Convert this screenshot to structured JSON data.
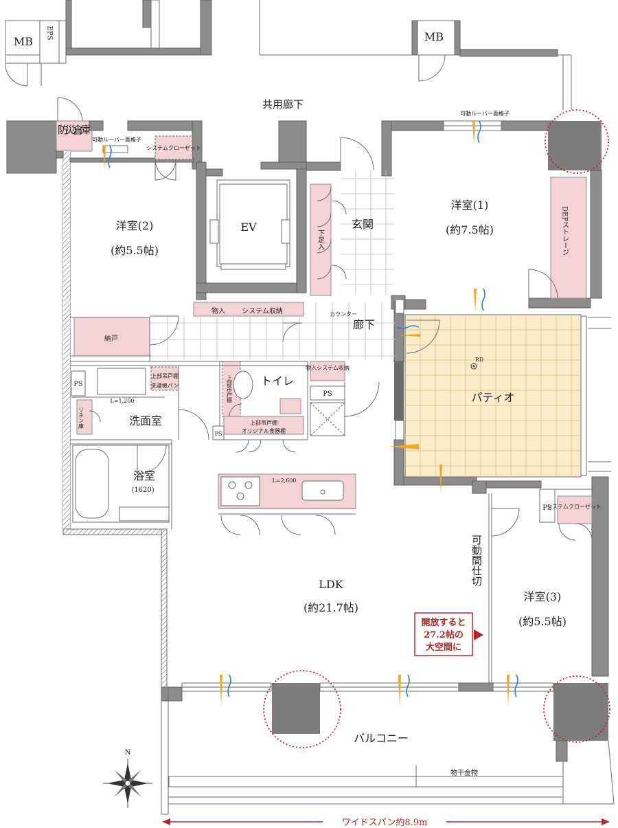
{
  "rooms": {
    "mb_left": "MB",
    "eps": "EPS",
    "mb_right": "MB",
    "common_corridor": "共用廊下",
    "disaster_storage": "防災倉庫",
    "louver_left": "可動ルーバー面格子",
    "louver_right": "可動ルーバー面格子",
    "sys_closet_left": "システムクローゼット",
    "western2_name": "洋室(2)",
    "western2_size": "(約5.5帖)",
    "ev": "EV",
    "entrance": "玄関",
    "shoe_box": "下足入",
    "western1_name": "洋室(1)",
    "western1_size": "(約7.5帖)",
    "dep_storage": "DEPストレージ",
    "storage": "納戸",
    "monoire": "物入",
    "system_storage": "システム収納",
    "counter": "カウンター",
    "hallway": "廊下",
    "rd": "RD",
    "patio": "パティオ",
    "ps1": "PS",
    "upper_cabinet_wash": "上部吊戸棚",
    "washer_pan": "洗濯機パン",
    "toilet_upper_cabinet": "上部吊戸棚",
    "toilet": "トイレ",
    "monoire_system": "物入システム収納",
    "ps2": "PS",
    "l1200": "L=1,200",
    "linen": "リネン庫",
    "washroom": "洗面室",
    "ps3": "PS",
    "kitchen_upper": "上部吊戸棚",
    "original_cupboard": "オリジナル食器棚",
    "bath_name": "浴室",
    "bath_size": "(1620)",
    "l2600": "L=2,600",
    "ps4": "PS",
    "sys_closet_right": "システムクローゼット",
    "movable_partition": "可動間仕切",
    "ldk_name": "LDK",
    "ldk_size": "(約21.7帖)",
    "western3_name": "洋室(3)",
    "western3_size": "(約5.5帖)",
    "balcony": "バルコニー",
    "clothes_hanger": "物干金物",
    "north": "N",
    "wide_span": "ワイドスパン約8.9m"
  },
  "callout": {
    "line1": "開放すると",
    "line2": "27.2帖の",
    "line3": "大空間に"
  },
  "colors": {
    "wall": "#8c8c8c",
    "pink": "#f3d3d6",
    "patio": "#fbecc9",
    "orange": "#f0a81c",
    "blue": "#3a7fc4",
    "accent": "#b02a2a"
  }
}
